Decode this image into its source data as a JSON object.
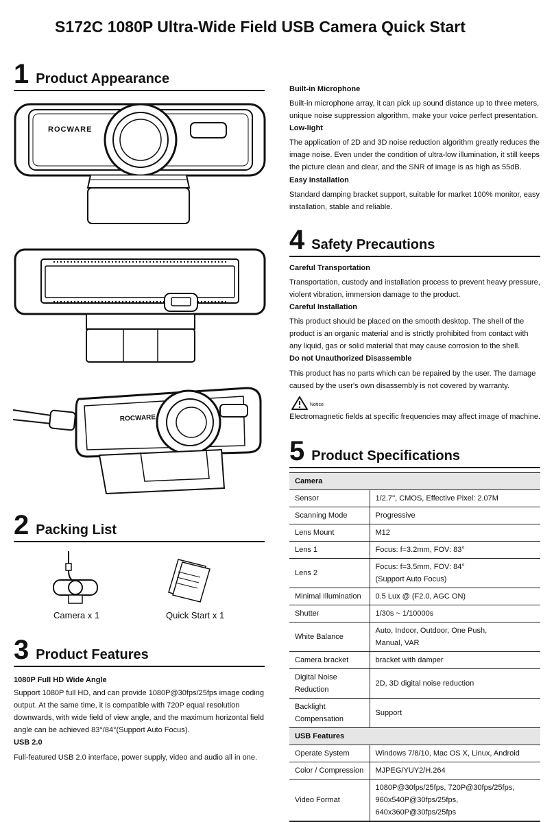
{
  "title": "S172C 1080P Ultra-Wide Field USB Camera Quick Start",
  "brand_logo": "ROCWARE",
  "sections": {
    "s1": {
      "num": "1",
      "title": "Product Appearance"
    },
    "s2": {
      "num": "2",
      "title": "Packing List"
    },
    "s3": {
      "num": "3",
      "title": "Product Features"
    },
    "s4": {
      "num": "4",
      "title": "Safety Precautions"
    },
    "s5": {
      "num": "5",
      "title": "Product Specifications"
    }
  },
  "packing": {
    "camera": "Camera x 1",
    "quickstart": "Quick Start x 1"
  },
  "features": [
    {
      "title": "1080P Full HD Wide Angle",
      "text": "Support 1080P full HD, and can provide 1080P@30fps/25fps image coding output. At the same time, it is compatible with 720P equal resolution downwards, with wide field of view angle, and the maximum horizontal field angle can be achieved 83°/84°(Support Auto Focus)."
    },
    {
      "title": "USB 2.0",
      "text": "Full-featured USB 2.0 interface, power supply, video and audio all in one."
    },
    {
      "title": "Built-in Microphone",
      "text": "Built-in microphone array, it can pick up sound distance up to three meters, unique noise suppression algorithm, make your voice perfect presentation."
    },
    {
      "title": "Low-light",
      "text": "The application of 2D and 3D noise reduction algorithm greatly reduces the image noise. Even under the condition of ultra-low illumination, it still keeps the picture clean and clear, and the SNR of image is as high as 55dB."
    },
    {
      "title": "Easy Installation",
      "text": "Standard damping bracket support, suitable for market 100% monitor, easy installation, stable and reliable."
    }
  ],
  "safety": [
    {
      "title": "Careful Transportation",
      "text": "Transportation, custody and installation process to prevent heavy pressure, violent vibration, immersion damage to the product."
    },
    {
      "title": "Careful Installation",
      "text": "This product should be placed on the smooth desktop. The shell of the product is an organic material and is strictly prohibited from contact with any liquid, gas or solid material that may cause corrosion to the shell."
    },
    {
      "title": "Do not Unauthorized Disassemble",
      "text": "This product has no parts which can be repaired by the user. The damage caused by the user's own disassembly is not covered by warranty."
    }
  ],
  "notice": {
    "label": "Notice",
    "text": "Electromagnetic fields at specific frequencies may affect image of machine."
  },
  "specs": {
    "camera_group": "Camera",
    "camera_rows": [
      {
        "k": "Sensor",
        "v": "1/2.7'', CMOS, Effective Pixel: 2.07M"
      },
      {
        "k": "Scanning Mode",
        "v": "Progressive"
      },
      {
        "k": "Lens Mount",
        "v": "M12"
      },
      {
        "k": "Lens 1",
        "v": "Focus: f=3.2mm, FOV: 83°"
      },
      {
        "k": "Lens 2",
        "v": "Focus: f=3.5mm, FOV: 84°\n(Support Auto Focus)"
      },
      {
        "k": "Minimal Illumination",
        "v": "0.5 Lux @ (F2.0, AGC ON)"
      },
      {
        "k": "Shutter",
        "v": "1/30s ~ 1/10000s"
      },
      {
        "k": "White Balance",
        "v": "Auto, Indoor, Outdoor, One Push,\nManual, VAR"
      },
      {
        "k": "Camera bracket",
        "v": "bracket with damper"
      },
      {
        "k": "Digital Noise\nReduction",
        "v": "2D, 3D digital noise reduction"
      },
      {
        "k": "Backlight\nCompensation",
        "v": "Support"
      }
    ],
    "usb_group": "USB Features",
    "usb_rows": [
      {
        "k": "Operate System",
        "v": "Windows 7/8/10, Mac OS X, Linux, Android"
      },
      {
        "k": "Color / Compression",
        "v": "MJPEG/YUY2/H.264"
      },
      {
        "k": "Video Format",
        "v": "1080P@30fps/25fps, 720P@30fps/25fps,\n960x540P@30fps/25fps,\n640x360P@30fps/25fps"
      }
    ]
  }
}
